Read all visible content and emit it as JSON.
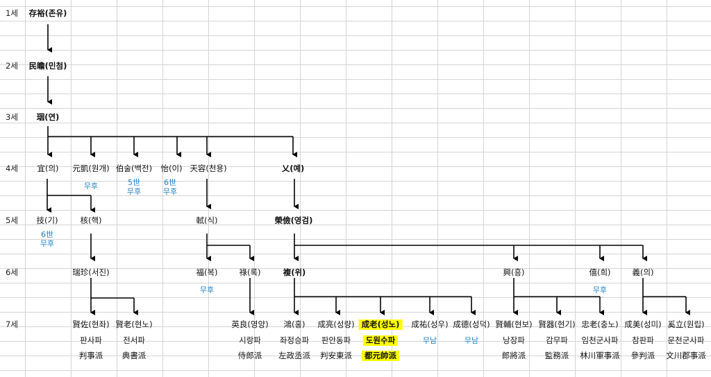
{
  "generations": [
    "1세",
    "2세",
    "3세",
    "4세",
    "5세",
    "6세",
    "7세"
  ],
  "people": {
    "g1": "存裕(존유)",
    "g2": "民瞻(민첨)",
    "g3": "珚(연)",
    "g4": [
      "宜(의)",
      "元凱(원개)",
      "伯술(백전)",
      "怡(이)",
      "天容(천용)",
      "乂(예)"
    ],
    "g5": [
      "技(기)",
      "核(핵)",
      "軾(식)",
      "榮儉(영검)"
    ],
    "g6": [
      "瑞珍(서진)",
      "福(복)",
      "祿(록)",
      "複(위)",
      "興(흥)",
      "僖(희)",
      "義(의)"
    ],
    "g7": [
      "賢佐(현좌)",
      "賢老(현노)",
      "英良(영양)",
      "鴻(홍)",
      "成亮(성량)",
      "成老(성노)",
      "成祐(성우)",
      "成德(성덕)",
      "賢輔(현보)",
      "賢器(현기)",
      "忠老(충노)",
      "成美(성미)",
      "奚立(원립)"
    ]
  },
  "notes": {
    "muhu": "무후",
    "wu5": "5世",
    "wu6": "6世",
    "munam": "무남"
  },
  "branches": {
    "hangul": [
      "판사파",
      "전서파",
      "시랑파",
      "좌정승파",
      "판안동파",
      "도원수파",
      "낭장파",
      "감무파",
      "임천군사파",
      "참판파",
      "문천군사파"
    ],
    "hanja": [
      "判事派",
      "典書派",
      "侍郎派",
      "左政丞派",
      "判安東派",
      "都元帥派",
      "郎將派",
      "監務派",
      "林川軍事派",
      "參判派",
      "文川郡事派"
    ]
  },
  "colors": {
    "highlight": "#ffff00",
    "note": "#1f7fc4"
  }
}
